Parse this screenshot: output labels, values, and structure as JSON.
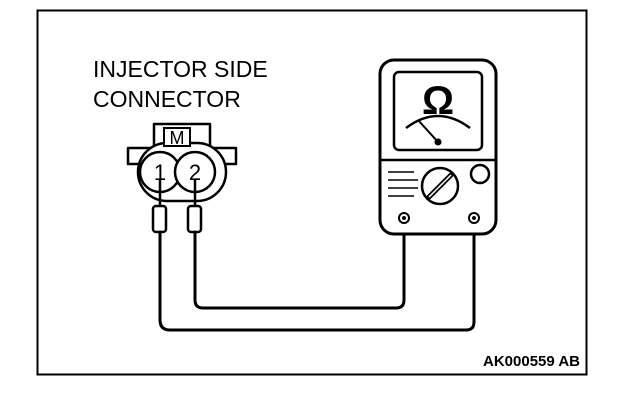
{
  "diagram": {
    "label_line1": "INJECTOR SIDE",
    "label_line2": "CONNECTOR",
    "connector_key": "M",
    "pin_1": "1",
    "pin_2": "2",
    "meter_symbol": "Ω",
    "figure_code": "AK000559 AB"
  }
}
